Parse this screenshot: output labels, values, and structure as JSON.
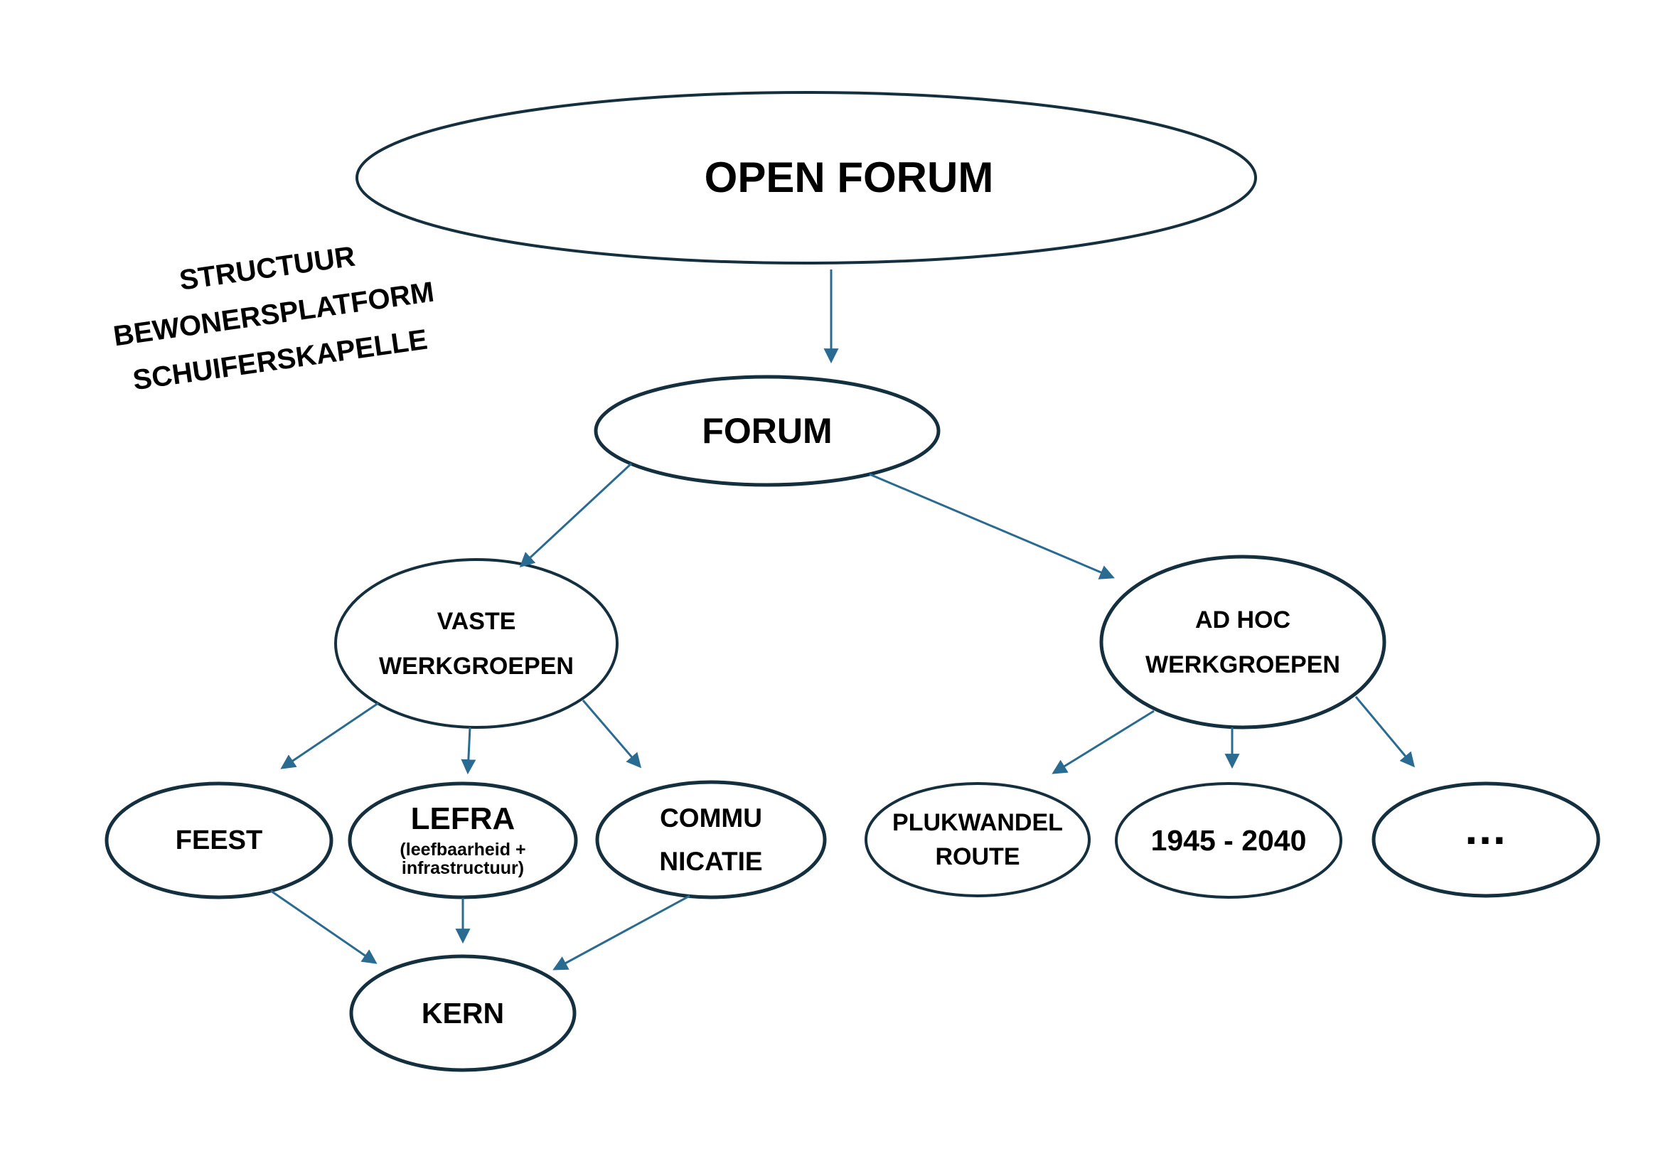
{
  "title": {
    "lines": [
      "STRUCTUUR",
      "BEWONERSPLATFORM",
      "SCHUIFERSKAPELLE"
    ]
  },
  "colors": {
    "ellipse_stroke": "#14303f",
    "arrow": "#2a6b91",
    "text": "#000000",
    "background": "#ffffff"
  },
  "nodes": {
    "open_forum": {
      "label": "OPEN FORUM"
    },
    "forum": {
      "label": "FORUM"
    },
    "vaste_werkgroepen": {
      "line1": "VASTE",
      "line2": "WERKGROEPEN"
    },
    "ad_hoc_werkgroepen": {
      "line1": "AD HOC",
      "line2": "WERKGROEPEN"
    },
    "feest": {
      "label": "FEEST"
    },
    "lefra": {
      "label": "LEFRA",
      "subtitle_line1": "(leefbaarheid +",
      "subtitle_line2": "infrastructuur)"
    },
    "communicatie": {
      "line1": "COMMU",
      "line2": "NICATIE"
    },
    "plukwandelroute": {
      "line1": "PLUKWANDEL",
      "line2": "ROUTE"
    },
    "periode_1945_2040": {
      "label": "1945 - 2040"
    },
    "overige": {
      "label": "..."
    },
    "kern": {
      "label": "KERN"
    }
  }
}
